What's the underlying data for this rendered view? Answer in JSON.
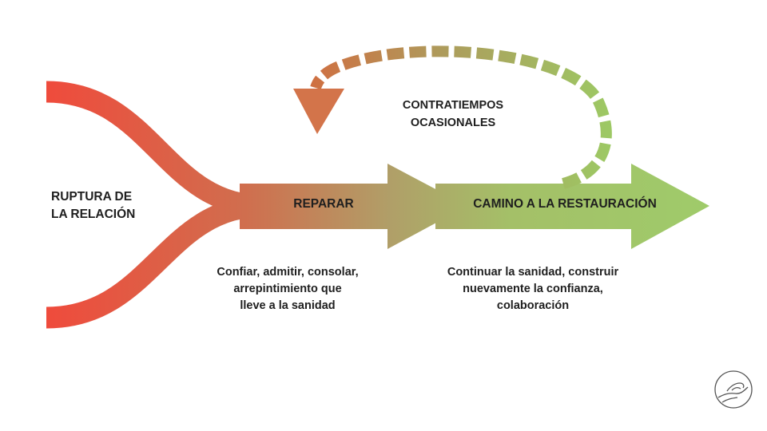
{
  "labels": {
    "rupture": [
      "RUPTURA DE",
      "LA RELACIÓN"
    ],
    "repair": "REPARAR",
    "path": "CAMINO A LA RESTAURACIÓN",
    "setbacks": [
      "CONTRATIEMPOS",
      "OCASIONALES"
    ],
    "repair_desc": [
      "Confiar, admitir, consolar,",
      "arrepintimiento que",
      "lleve a la sanidad"
    ],
    "path_desc": [
      "Continuar la sanidad, construir",
      "nuevamente la confianza,",
      "colaboración"
    ]
  },
  "colors": {
    "start_red": "#ef4b3c",
    "mid_olive": "#b39a64",
    "end_green": "#9fcb6a",
    "text": "#1f1f1f",
    "logo_stroke": "#555555"
  },
  "icons": {
    "logo": "hands-circle-logo"
  }
}
